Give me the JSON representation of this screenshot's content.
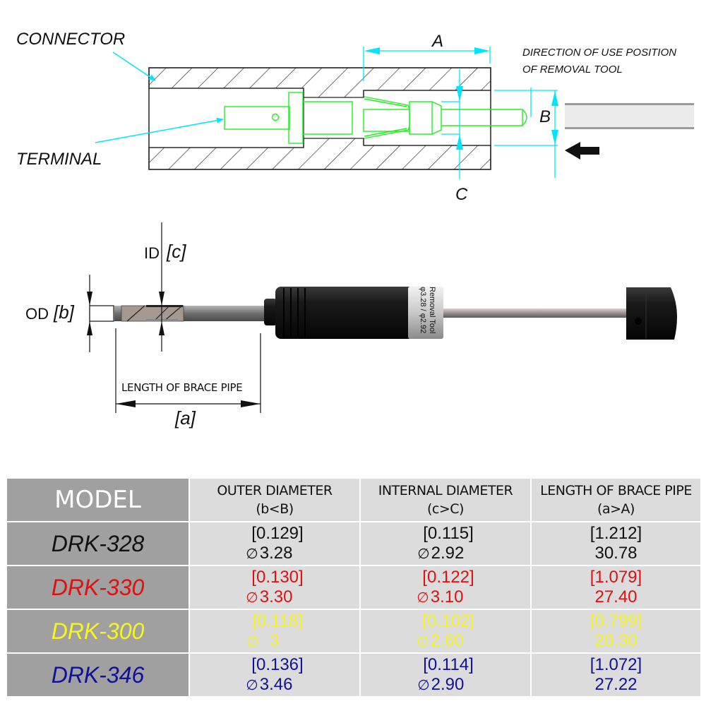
{
  "top_diagram": {
    "connector_label": "CONNECTOR",
    "terminal_label": "TERMINAL",
    "dim_A": "A",
    "dim_B": "B",
    "dim_C": "C",
    "direction_note_line1": "DIRECTION OF USE POSITION",
    "direction_note_line2": "OF REMOVAL TOOL",
    "colors": {
      "dimension": "#00e5ff",
      "terminal": "#22ee22",
      "outline": "#222222"
    }
  },
  "tool_diagram": {
    "id_label": "ID",
    "id_var": "[c]",
    "od_label": "OD",
    "od_var": "[b]",
    "length_caption": "LENGTH OF BRACE PIPE",
    "length_var": "[a]",
    "sleeve_text_line1": "Removal Tool",
    "sleeve_text_line2": "φ3.28 / φ2.92"
  },
  "table": {
    "headers": [
      {
        "line1": "MODEL",
        "line2": ""
      },
      {
        "line1": "OUTER DIAMETER",
        "line2": "(b<B)"
      },
      {
        "line1": "INTERNAL DIAMETER",
        "line2": "(c>C)"
      },
      {
        "line1": "LENGTH OF BRACE PIPE",
        "line2": "(a>A)"
      }
    ],
    "diameter_symbol": "∅",
    "rows": [
      {
        "model": "DRK-328",
        "color": "#111111",
        "od_inch": "[0.129]",
        "od_mm": "3.28",
        "id_inch": "[0.115]",
        "id_mm": "2.92",
        "len_inch": "[1.212]",
        "len_mm": "30.78"
      },
      {
        "model": "DRK-330",
        "color": "#e01010",
        "od_inch": "[0.130]",
        "od_mm": "3.30",
        "id_inch": "[0.122]",
        "id_mm": "3.10",
        "len_inch": "[1.079]",
        "len_mm": "27.40"
      },
      {
        "model": "DRK-300",
        "color": "#f5f520",
        "od_inch": "[0.118]",
        "od_mm": "  3",
        "id_inch": "[0.102]",
        "id_mm": "2.60",
        "len_inch": "[0.799]",
        "len_mm": "20.30"
      },
      {
        "model": "DRK-346",
        "color": "#10109a",
        "od_inch": "[0.136]",
        "od_mm": "3.46",
        "id_inch": "[0.114]",
        "id_mm": "2.90",
        "len_inch": "[1.072]",
        "len_mm": "27.22"
      }
    ]
  }
}
